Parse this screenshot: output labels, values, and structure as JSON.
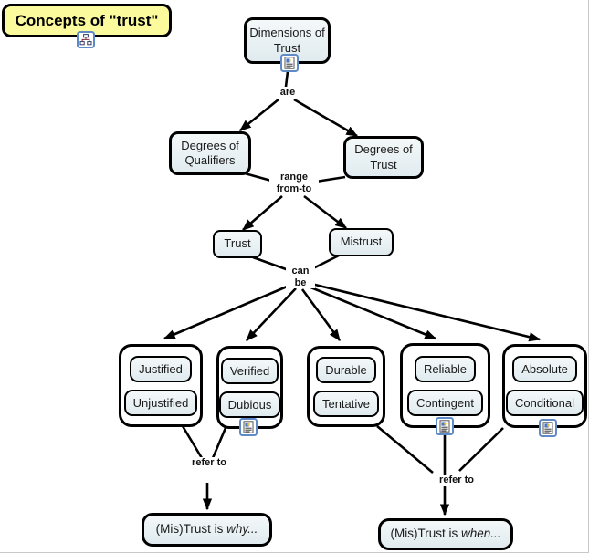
{
  "title": {
    "label": "Concepts of \"trust\""
  },
  "nodes": {
    "dimensions": {
      "label": "Dimensions of Trust"
    },
    "degrees_qualifiers": {
      "label": "Degrees of Qualifiers"
    },
    "degrees_trust": {
      "label": "Degrees of Trust"
    },
    "trust": {
      "label": "Trust"
    },
    "mistrust": {
      "label": "Mistrust"
    }
  },
  "link_labels": {
    "are": "are",
    "range_from_to": "range from-to",
    "can_be": "can be",
    "refer_to_left": "refer to",
    "refer_to_right": "refer to"
  },
  "groups": [
    {
      "items": [
        "Justified",
        "Unjustified"
      ],
      "resource_icon": false
    },
    {
      "items": [
        "Verified",
        "Dubious"
      ],
      "resource_icon": true
    },
    {
      "items": [
        "Durable",
        "Tentative"
      ],
      "resource_icon": false
    },
    {
      "items": [
        "Reliable",
        "Contingent"
      ],
      "resource_icon": true
    },
    {
      "items": [
        "Absolute",
        "Conditional"
      ],
      "resource_icon": true
    }
  ],
  "outcomes": {
    "why": {
      "prefix": "(Mis)Trust is ",
      "emphasis": "why..."
    },
    "when": {
      "prefix": "(Mis)Trust is ",
      "emphasis": "when..."
    }
  },
  "icons": {
    "title_icon": "concept-map-icon",
    "dimensions_icon": "resource-note-icon",
    "group_icons": "resource-note-icon"
  },
  "colors": {
    "background": "#FFFFFF",
    "title_fill": "#FBFB9E",
    "node_fill_top": "#F4F8F9",
    "node_fill_bottom": "#E0EBEF",
    "border": "#000000",
    "icon_border": "#5E8BC8"
  }
}
